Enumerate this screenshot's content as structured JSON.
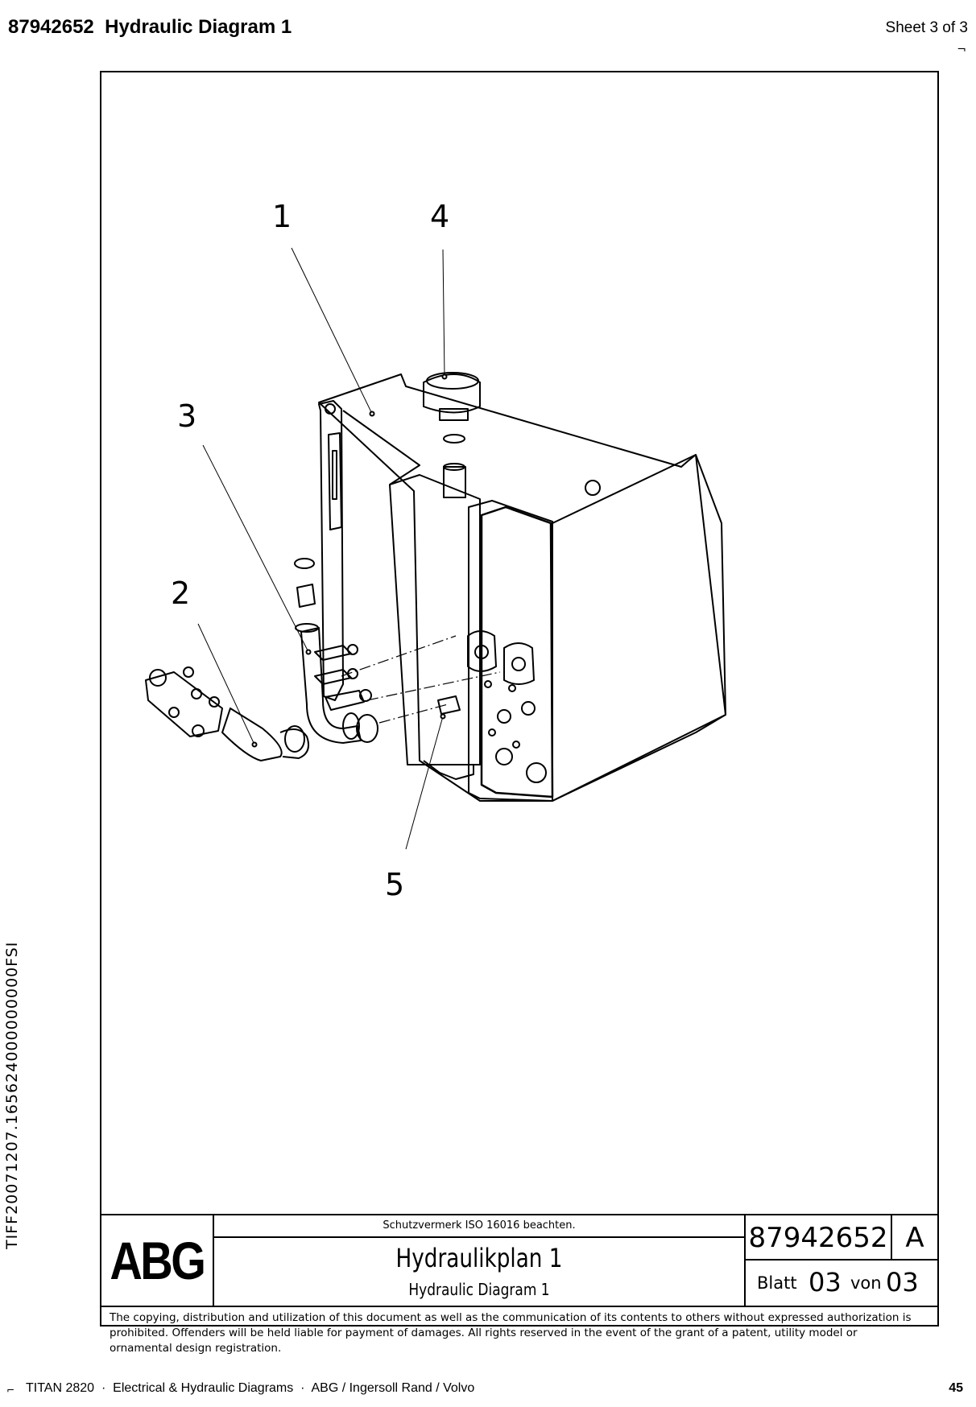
{
  "header": {
    "doc_number": "87942652",
    "title": "Hydraulic Diagram 1",
    "sheet": "Sheet 3 of 3"
  },
  "drawing": {
    "callouts": [
      "1",
      "4",
      "3",
      "2",
      "5"
    ]
  },
  "title_block": {
    "company": "ABG",
    "protection_notice": "Schutzvermerk ISO 16016 beachten.",
    "title_de": "Hydraulikplan 1",
    "title_en": "Hydraulic Diagram 1",
    "drawing_number": "87942652",
    "revision": "A",
    "sheet_label": "Blatt",
    "sheet_current": "03",
    "of_label": "von",
    "sheet_total": "03"
  },
  "copyright": "The copying, distribution and utilization of this document as well as the communication of its contents to others without expressed authorization is prohibited. Offenders will be held liable for payment of damages. All rights reserved in the event of the grant of a patent, utility model or ornamental design registration.",
  "side_code": "TIFF20071207.165624000000000FSI",
  "footer": {
    "text": "TITAN 2820  ·  Electrical & Hydraulic Diagrams  ·  ABG / Ingersoll Rand / Volvo",
    "page": "45"
  }
}
